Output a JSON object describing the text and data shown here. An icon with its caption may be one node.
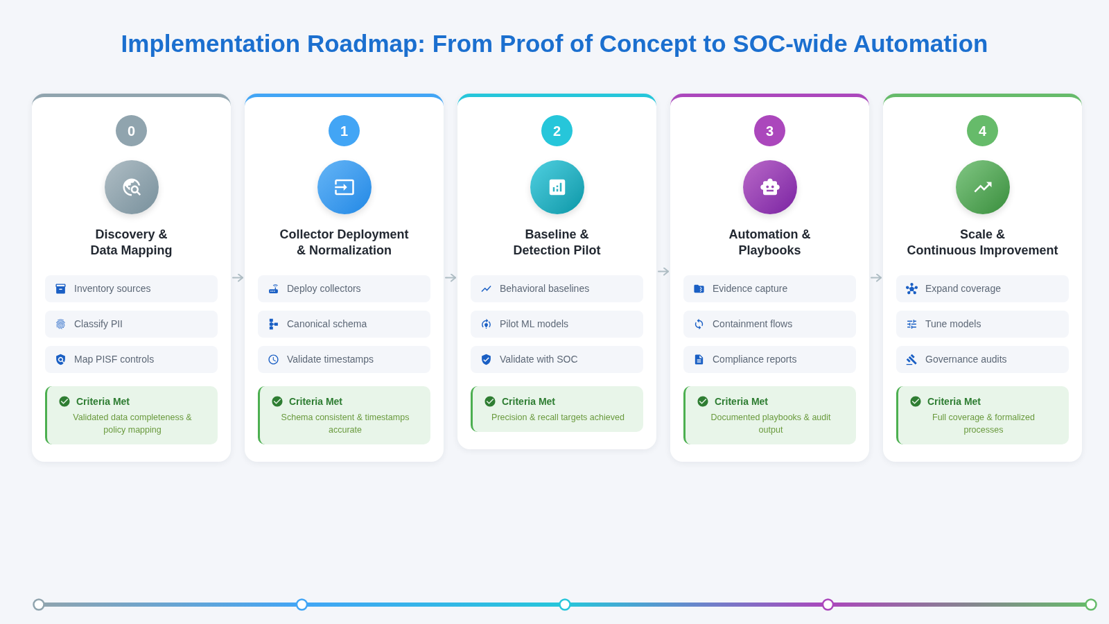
{
  "diagram": {
    "title": "Implementation Roadmap: From Proof of Concept to SOC-wide Automation",
    "nodes": [
      {
        "text": [
          "Discovery & Data Mapping"
        ]
      },
      {
        "text": [
          "0"
        ],
        "in": 0
      },
      {
        "text": [
          "Inventory sources"
        ],
        "in": 0
      },
      {
        "text": [
          "Classify PII"
        ],
        "in": 0
      },
      {
        "text": [
          "Map PISF controls"
        ],
        "in": 0
      },
      {
        "text": [
          "Criteria Met",
          "Validated data completeness & policy mapping"
        ],
        "in": 0
      },
      {
        "text": [
          "Collector Deployment & Normalization"
        ]
      },
      {
        "text": [
          "1"
        ],
        "in": 6
      },
      {
        "text": [
          "Deploy collectors"
        ],
        "in": 6
      },
      {
        "text": [
          "Canonical schema"
        ],
        "in": 6
      },
      {
        "text": [
          "Validate timestamps"
        ],
        "in": 6
      },
      {
        "text": [
          "Criteria Met",
          "Schema consistent & timestamps accurate"
        ],
        "in": 6
      },
      {
        "text": [
          "Baseline & Detection Pilot"
        ]
      },
      {
        "text": [
          "2"
        ],
        "in": 12
      },
      {
        "text": [
          "Behavioral baselines"
        ],
        "in": 12
      },
      {
        "text": [
          "Pilot ML models"
        ],
        "in": 12
      },
      {
        "text": [
          "Validate with SOC"
        ],
        "in": 12
      },
      {
        "text": [
          "Criteria Met",
          "Precision & recall targets achieved"
        ],
        "in": 12
      },
      {
        "text": [
          "Automation & Playbooks"
        ]
      },
      {
        "text": [
          "3"
        ],
        "in": 18
      },
      {
        "text": [
          "Evidence capture"
        ],
        "in": 18
      },
      {
        "text": [
          "Containment flows"
        ],
        "in": 18
      },
      {
        "text": [
          "Compliance reports"
        ],
        "in": 18
      },
      {
        "text": [
          "Criteria Met",
          "Documented playbooks & audit output"
        ],
        "in": 18
      },
      {
        "text": [
          "Scale & Continuous Improvement"
        ]
      },
      {
        "text": [
          "4"
        ],
        "in": 24
      },
      {
        "text": [
          "Expand coverage"
        ],
        "in": 24
      },
      {
        "text": [
          "Tune models"
        ],
        "in": 24
      },
      {
        "text": [
          "Governance audits"
        ],
        "in": 24
      },
      {
        "text": [
          "Criteria Met",
          "Full coverage & formalized processes"
        ],
        "in": 24
      }
    ],
    "edges": [
      {
        "from": 0,
        "to": 6,
        "arrow": "to"
      },
      {
        "from": 6,
        "to": 12,
        "arrow": "to"
      },
      {
        "from": 12,
        "to": 18,
        "arrow": "to"
      },
      {
        "from": 18,
        "to": 24,
        "arrow": "to"
      }
    ]
  }
}
